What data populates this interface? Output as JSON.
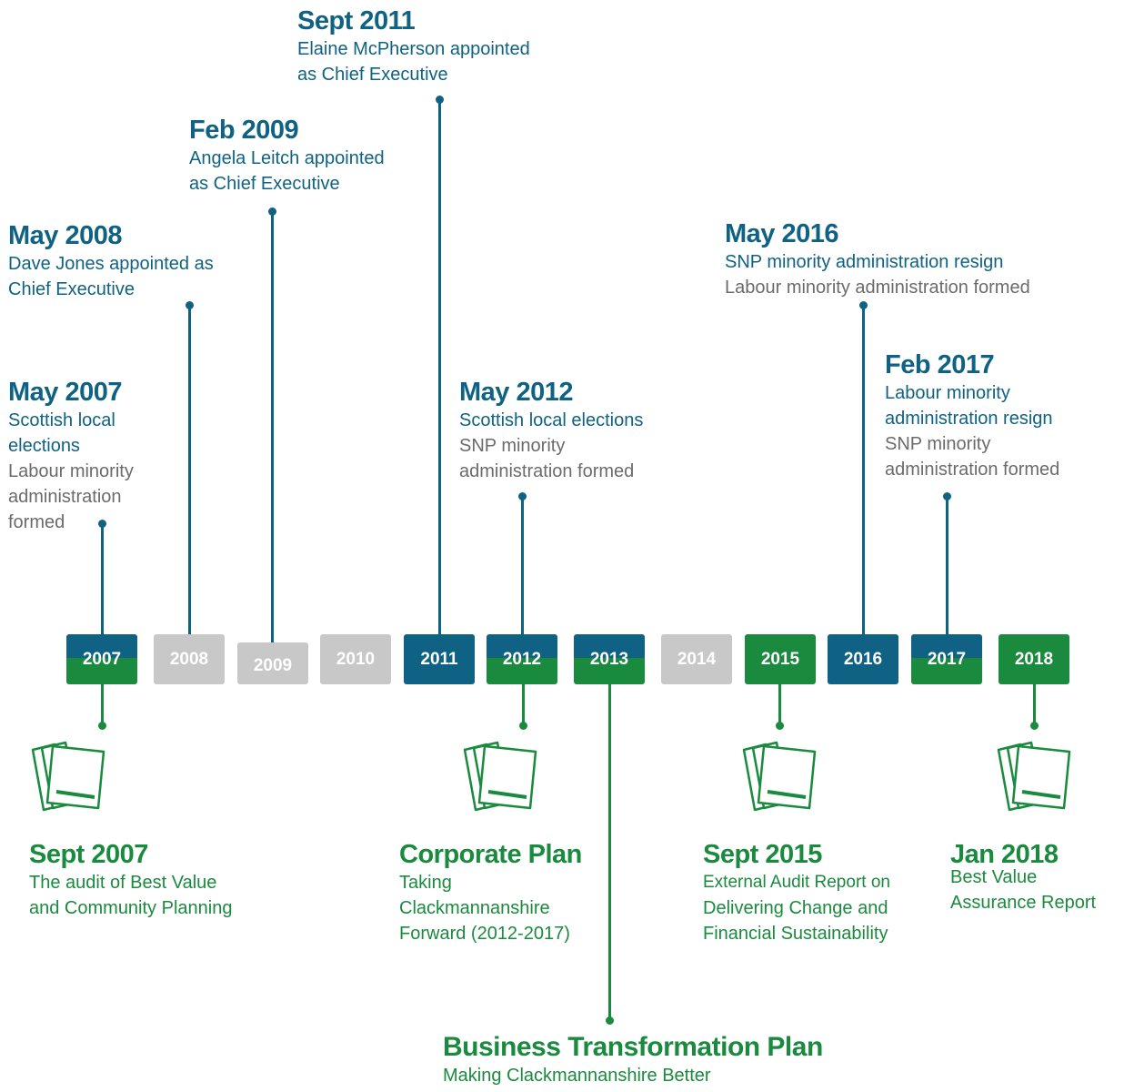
{
  "colors": {
    "blue": "#0f6283",
    "green": "#1a8a3e",
    "grey": "#c8c8c8",
    "text_grey": "#6b6b6b"
  },
  "top_events": [
    {
      "id": "2007",
      "date": "May 2007",
      "lines_blue": [
        "Scottish local",
        "elections"
      ],
      "lines_grey": [
        "Labour minority",
        "administration",
        "formed"
      ]
    },
    {
      "id": "2008",
      "date": "May 2008",
      "lines_blue": [
        "Dave Jones appointed as",
        "Chief Executive"
      ],
      "lines_grey": []
    },
    {
      "id": "2009",
      "date": "Feb 2009",
      "lines_blue": [
        "Angela Leitch appointed",
        "as Chief Executive"
      ],
      "lines_grey": []
    },
    {
      "id": "2011",
      "date": "Sept 2011",
      "lines_blue": [
        "Elaine McPherson appointed",
        "as Chief Executive"
      ],
      "lines_grey": []
    },
    {
      "id": "2012",
      "date": "May 2012",
      "lines_blue": [
        "Scottish local elections"
      ],
      "lines_grey": [
        "SNP minority",
        "administration formed"
      ]
    },
    {
      "id": "2016",
      "date": "May 2016",
      "lines_blue": [
        "SNP minority administration resign"
      ],
      "lines_grey": [
        "Labour minority administration formed"
      ]
    },
    {
      "id": "2017",
      "date": "Feb 2017",
      "lines_blue": [
        "Labour minority",
        "administration resign"
      ],
      "lines_grey": [
        "SNP minority",
        "administration formed"
      ]
    }
  ],
  "years": [
    {
      "label": "2007",
      "style": "split"
    },
    {
      "label": "2008",
      "style": "grey"
    },
    {
      "label": "2009",
      "style": "grey"
    },
    {
      "label": "2010",
      "style": "grey"
    },
    {
      "label": "2011",
      "style": "blue"
    },
    {
      "label": "2012",
      "style": "split"
    },
    {
      "label": "2013",
      "style": "split"
    },
    {
      "label": "2014",
      "style": "grey"
    },
    {
      "label": "2015",
      "style": "green"
    },
    {
      "label": "2016",
      "style": "blue"
    },
    {
      "label": "2017",
      "style": "split"
    },
    {
      "label": "2018",
      "style": "green"
    }
  ],
  "bottom_events": [
    {
      "id": "2007",
      "title": "Sept 2007",
      "lines_green": [
        "The audit of Best Value",
        "and Community Planning"
      ],
      "lines_grey": []
    },
    {
      "id": "2012",
      "title": "Corporate Plan",
      "lines_green": [
        "Taking",
        "Clackmannanshire",
        "Forward (2012-2017)"
      ],
      "lines_grey": []
    },
    {
      "id": "2015",
      "title": "Sept 2015",
      "lines_grey": [
        "External Audit Report on"
      ],
      "lines_green": [
        "Delivering Change and",
        "Financial Sustainability"
      ]
    },
    {
      "id": "2018",
      "title": "Jan 2018",
      "lines_green": [
        "Best Value",
        "Assurance Report"
      ],
      "lines_grey": []
    },
    {
      "id": "2013",
      "title": "Business Transformation Plan",
      "lines_green": [
        "Making Clackmannanshire Better"
      ],
      "lines_grey": []
    }
  ]
}
